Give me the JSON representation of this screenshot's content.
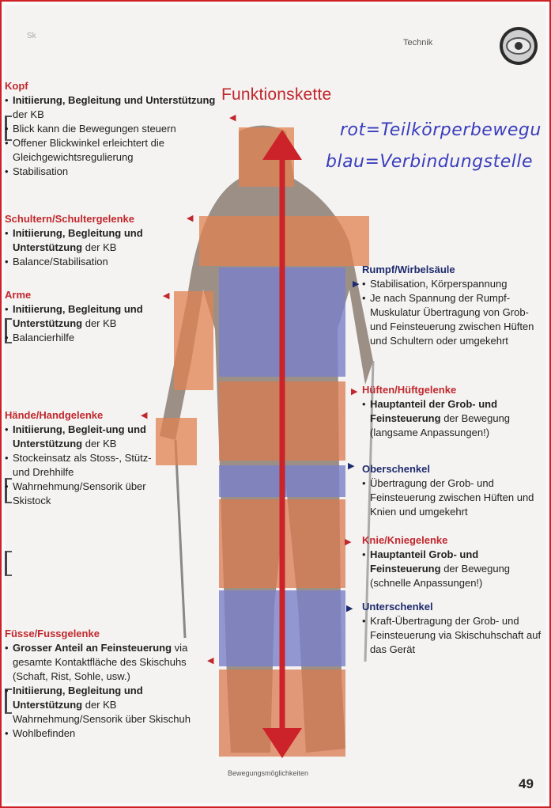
{
  "header": {
    "corner_mark": "Sk",
    "section": "Technik",
    "title": "Funktionskette"
  },
  "handwriting": {
    "line1": "rot=Teilkörperbewegu",
    "line2": "blau=Verbindungstelle"
  },
  "left_blocks": [
    {
      "id": "kopf",
      "head": "Kopf",
      "items": [
        {
          "b": "Initiierung, Begleitung und Unterstützung",
          "t": " der KB"
        },
        {
          "b": "",
          "t": "Blick kann die Bewegungen steuern"
        },
        {
          "b": "",
          "t": "Offener Blickwinkel erleichtert die Gleichgewichtsregulierung"
        },
        {
          "b": "",
          "t": "Stabilisation"
        }
      ]
    },
    {
      "id": "schultern",
      "head": "Schultern/Schultergelenke",
      "items": [
        {
          "b": "Initiierung, Begleitung und Unterstützung",
          "t": " der KB"
        },
        {
          "b": "",
          "t": "Balance/Stabilisation"
        }
      ]
    },
    {
      "id": "arme",
      "head": "Arme",
      "items": [
        {
          "b": "Initiierung, Begleitung und Unterstützung",
          "t": " der KB"
        },
        {
          "b": "",
          "t": "Balancierhilfe"
        }
      ]
    },
    {
      "id": "haende",
      "head": "Hände/Handgelenke",
      "items": [
        {
          "b": "Initiierung, Begleit-ung und Unterstützung",
          "t": " der KB"
        },
        {
          "b": "",
          "t": "Stockeinsatz als Stoss-, Stütz- und Drehhilfe"
        },
        {
          "b": "",
          "t": "Wahrnehmung/Sensorik über Skistock"
        }
      ]
    },
    {
      "id": "fuesse",
      "head": "Füsse/Fussgelenke",
      "items": [
        {
          "b": "Grosser Anteil an Feinsteuerung",
          "t": " via gesamte Kontaktfläche des Skischuhs (Schaft, Rist, Sohle, usw.)"
        },
        {
          "b": "Initiierung, Begleitung und Unterstützung",
          "t": " der KB Wahrnehmung/Sensorik über Skischuh"
        },
        {
          "b": "",
          "t": "Wohlbefinden"
        }
      ]
    }
  ],
  "right_blocks": [
    {
      "id": "rumpf",
      "head": "Rumpf/Wirbelsäule",
      "color": "blue",
      "items": [
        {
          "b": "",
          "t": "Stabilisation, Körperspannung"
        },
        {
          "b": "",
          "t": "Je nach Spannung der Rumpf-Muskulatur Übertragung von Grob- und Feinsteuerung zwischen Hüften und Schultern oder umgekehrt"
        }
      ]
    },
    {
      "id": "hueften",
      "head": "Hüften/Hüftgelenke",
      "color": "red",
      "items": [
        {
          "b": "Hauptanteil der Grob- und Feinsteuerung",
          "t": " der Bewegung (langsame Anpassungen!)"
        }
      ]
    },
    {
      "id": "oberschenkel",
      "head": "Oberschenkel",
      "color": "blue",
      "items": [
        {
          "b": "",
          "t": "Übertragung der Grob- und Feinsteuerung zwischen Hüften und Knien und umgekehrt"
        }
      ]
    },
    {
      "id": "knie",
      "head": "Knie/Kniegelenke",
      "color": "red",
      "items": [
        {
          "b": "Hauptanteil Grob- und Feinsteuerung",
          "t": " der Bewegung (schnelle Anpassungen!)"
        }
      ]
    },
    {
      "id": "unterschenkel",
      "head": "Unterschenkel",
      "color": "blue",
      "items": [
        {
          "b": "",
          "t": "Kraft-Übertragung der Grob- und Feinsteuerung via Skischuhschaft auf das Gerät"
        }
      ]
    }
  ],
  "footer": {
    "caption": "Bewegungsmöglichkeiten",
    "page_number": "49"
  },
  "colors": {
    "accent_red": "#c1272d",
    "accent_blue": "#1e2a6e",
    "overlay_red": "#e08a5a",
    "overlay_blue": "#7a7fc9",
    "handwriting": "#3a3dbd"
  }
}
